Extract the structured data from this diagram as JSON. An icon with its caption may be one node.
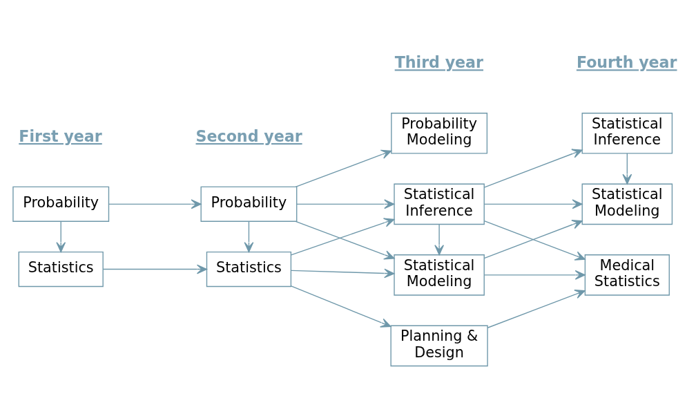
{
  "diagram": {
    "nodes": [
      {
        "text": [
          "Probability"
        ]
      },
      {
        "text": [
          "Statistics"
        ]
      },
      {
        "text": [
          "Probability"
        ]
      },
      {
        "text": [
          "Statistics"
        ]
      },
      {
        "text": [
          "Probability Modeling"
        ]
      },
      {
        "text": [
          "Statistical Inference"
        ]
      },
      {
        "text": [
          "Statistical Modeling"
        ]
      },
      {
        "text": [
          "Planning & Design"
        ]
      },
      {
        "text": [
          "Statistical Inference"
        ]
      },
      {
        "text": [
          "Statistical Modeling"
        ]
      },
      {
        "text": [
          "Medical Statistics"
        ]
      }
    ],
    "edges": [
      {
        "from": 0,
        "to": 1,
        "arrow": "to"
      },
      {
        "from": 0,
        "to": 2,
        "arrow": "to"
      },
      {
        "from": 1,
        "to": 3,
        "arrow": "to"
      },
      {
        "from": 2,
        "to": 3,
        "arrow": "to"
      },
      {
        "from": 2,
        "to": 4,
        "arrow": "to"
      },
      {
        "from": 2,
        "to": 5,
        "arrow": "to"
      },
      {
        "from": 2,
        "to": 6,
        "arrow": "to"
      },
      {
        "from": 3,
        "to": 5,
        "arrow": "to"
      },
      {
        "from": 3,
        "to": 6,
        "arrow": "to"
      },
      {
        "from": 3,
        "to": 7,
        "arrow": "to"
      },
      {
        "from": 5,
        "to": 6,
        "arrow": "to"
      },
      {
        "from": 5,
        "to": 8,
        "arrow": "to"
      },
      {
        "from": 5,
        "to": 9,
        "arrow": "to"
      },
      {
        "from": 5,
        "to": 10,
        "arrow": "to"
      },
      {
        "from": 6,
        "to": 9,
        "arrow": "to"
      },
      {
        "from": 6,
        "to": 10,
        "arrow": "to"
      },
      {
        "from": 7,
        "to": 10,
        "arrow": "to"
      },
      {
        "from": 8,
        "to": 9,
        "arrow": "to"
      }
    ],
    "labels": [
      "First year",
      "Second year",
      "Third year",
      "Fourth year"
    ]
  }
}
